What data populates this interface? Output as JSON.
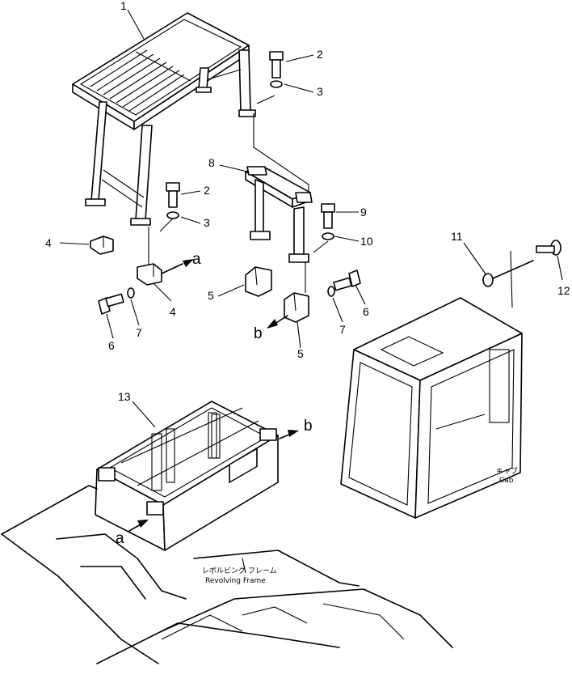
{
  "callouts": {
    "c1": "1",
    "c2a": "2",
    "c3a": "3",
    "c2b": "2",
    "c3b": "3",
    "c4a": "4",
    "c4b": "4",
    "c5a": "5",
    "c5b": "5",
    "c6a": "6",
    "c6b": "6",
    "c7a": "7",
    "c7b": "7",
    "c8": "8",
    "c9": "9",
    "c10": "10",
    "c11": "11",
    "c12": "12",
    "c13": "13"
  },
  "markers": {
    "a1": "a",
    "a2": "a",
    "b1": "b",
    "b2": "b"
  },
  "labels": {
    "cab_jp": "キャブ",
    "cab_en": "Cab",
    "frame_jp": "レボルビング フレーム",
    "frame_en": "Revolving Frame"
  }
}
